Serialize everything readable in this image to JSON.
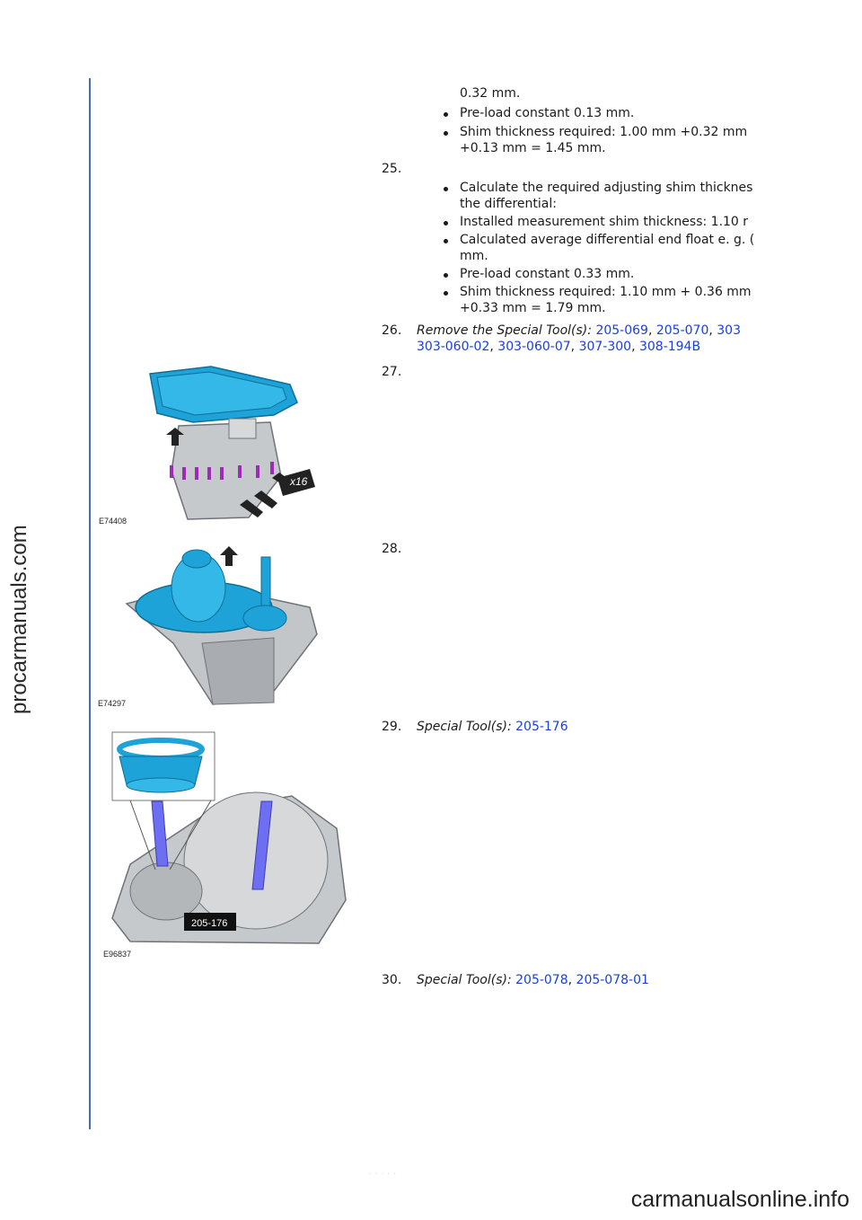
{
  "watermark": {
    "side": "procarmanuals.com",
    "footer": "carmanualsonline.info",
    "faint": "· · ·  · ·"
  },
  "cont_lines": {
    "l1": "0.32 mm.",
    "b1": "Pre-load constant 0.13 mm.",
    "b2a": "Shim thickness required: 1.00 mm +0.32 mm",
    "b2b": "+0.13 mm = 1.45 mm."
  },
  "step25": {
    "num": "25.",
    "b1a": "Calculate the required adjusting shim thicknes",
    "b1b": "the differential:",
    "b2": "Installed measurement shim thickness: 1.10 r",
    "b3a": "Calculated average differential end float e. g. (",
    "b3b": "mm.",
    "b4": "Pre-load constant 0.33 mm.",
    "b5a": "Shim thickness required: 1.10 mm + 0.36 mm",
    "b5b": "+0.33 mm = 1.79 mm."
  },
  "step26": {
    "num": "26.",
    "prefix": "Remove the Special Tool(s):",
    "tools_line1": [
      "205-069",
      "205-070",
      "303"
    ],
    "tools_line2": [
      "303-060-02",
      "303-060-07",
      "307-300",
      "308-194B"
    ],
    "sep": ","
  },
  "step27": {
    "num": "27.",
    "fig_code": "E74408",
    "fig_tag": "x16"
  },
  "step28": {
    "num": "28.",
    "fig_code": "E74297"
  },
  "step29": {
    "num": "29.",
    "prefix": "Special Tool(s):",
    "tools": [
      "205-176"
    ],
    "fig_code": "E96837",
    "fig_tag": "205-176"
  },
  "step30": {
    "num": "30.",
    "prefix": "Special Tool(s):",
    "tools": [
      "205-078",
      "205-078-01"
    ]
  },
  "colors": {
    "link": "#1a3fdd",
    "rule": "#3d6fb6",
    "part_blue": "#1ea3d8",
    "casing": "#b9bcc0",
    "arrow_purple": "#9b2bb8"
  }
}
